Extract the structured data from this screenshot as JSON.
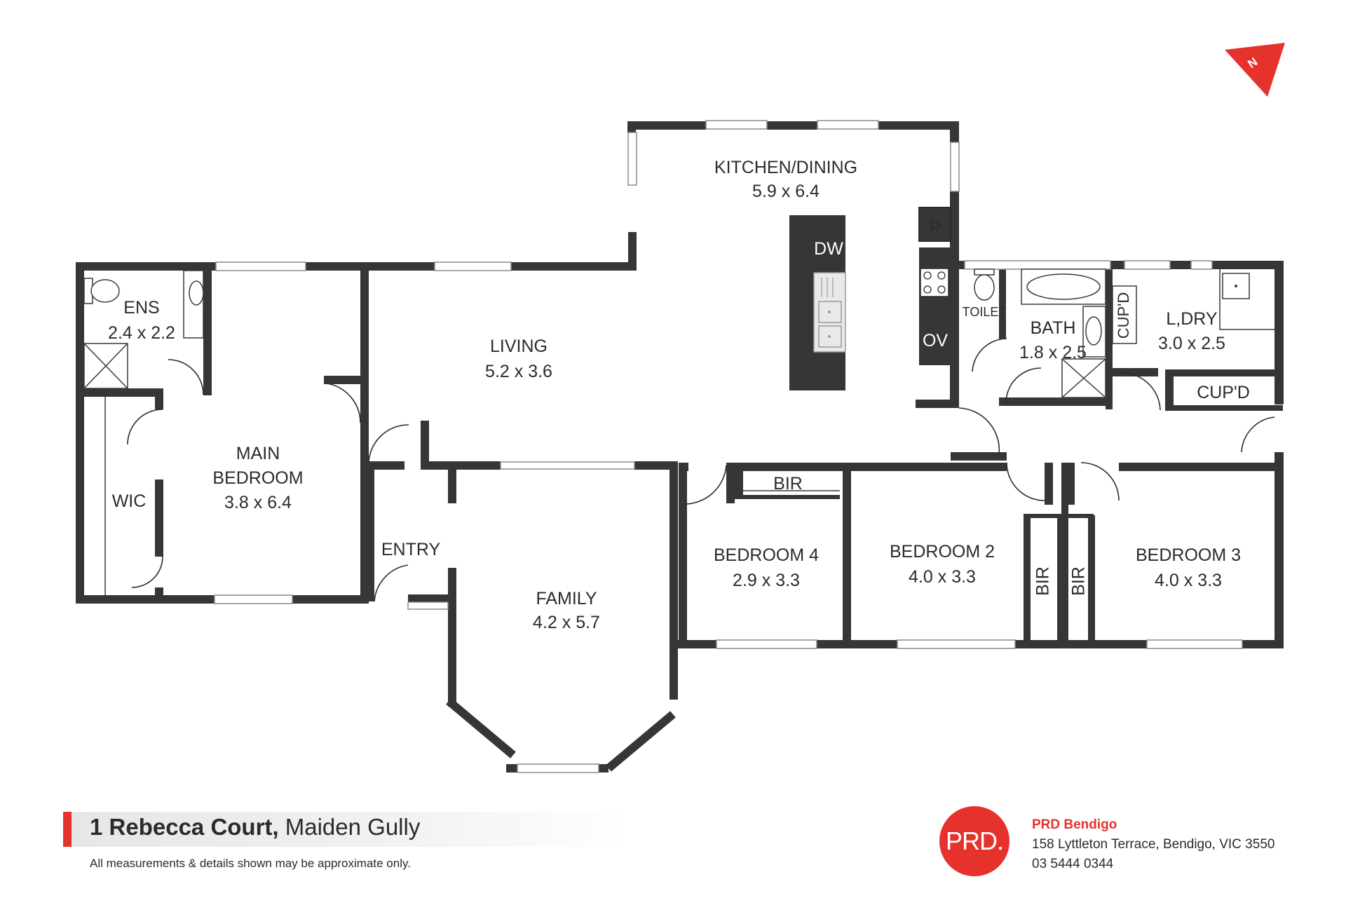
{
  "north_label": "N",
  "rooms": {
    "kitchen": {
      "name": "KITCHEN/DINING",
      "size": "5.9 x 6.4"
    },
    "living": {
      "name": "LIVING",
      "size": "5.2 x 3.6"
    },
    "ens": {
      "name": "ENS",
      "size": "2.4 x 2.2"
    },
    "main_bedroom": {
      "name1": "MAIN",
      "name2": "BEDROOM",
      "size": "3.8 x 6.4"
    },
    "wic": {
      "name": "WIC"
    },
    "entry": {
      "name": "ENTRY"
    },
    "family": {
      "name": "FAMILY",
      "size": "4.2 x 5.7"
    },
    "bedroom4": {
      "name": "BEDROOM 4",
      "size": "2.9 x 3.3"
    },
    "bedroom2": {
      "name": "BEDROOM 2",
      "size": "4.0 x 3.3"
    },
    "bedroom3": {
      "name": "BEDROOM 3",
      "size": "4.0 x 3.3"
    },
    "toilet": {
      "name": "TOILET"
    },
    "bath": {
      "name": "BATH",
      "size": "1.8 x 2.5"
    },
    "laundry": {
      "name": "L,DRY",
      "size": "3.0 x 2.5"
    }
  },
  "fixtures": {
    "dw": "DW",
    "ov": "OV",
    "pantry": "P",
    "cupd_laundry_vertical": "CUP'D",
    "cupd_laundry": "CUP'D",
    "bir_bed4": "BIR",
    "bir_bed2": "BIR",
    "bir_bed3": "BIR"
  },
  "footer": {
    "address_bold": "1 Rebecca Court,",
    "address_suburb": " Maiden Gully",
    "disclaimer": "All measurements & details shown may be approximate only.",
    "logo_text": "PRD.",
    "agency_name": "PRD Bendigo",
    "agency_address": "158 Lyttleton Terrace, Bendigo, VIC 3550",
    "agency_phone": "03 5444 0344"
  },
  "colors": {
    "accent": "#e5322d",
    "wall": "#363636",
    "text": "#2b2b2b"
  }
}
